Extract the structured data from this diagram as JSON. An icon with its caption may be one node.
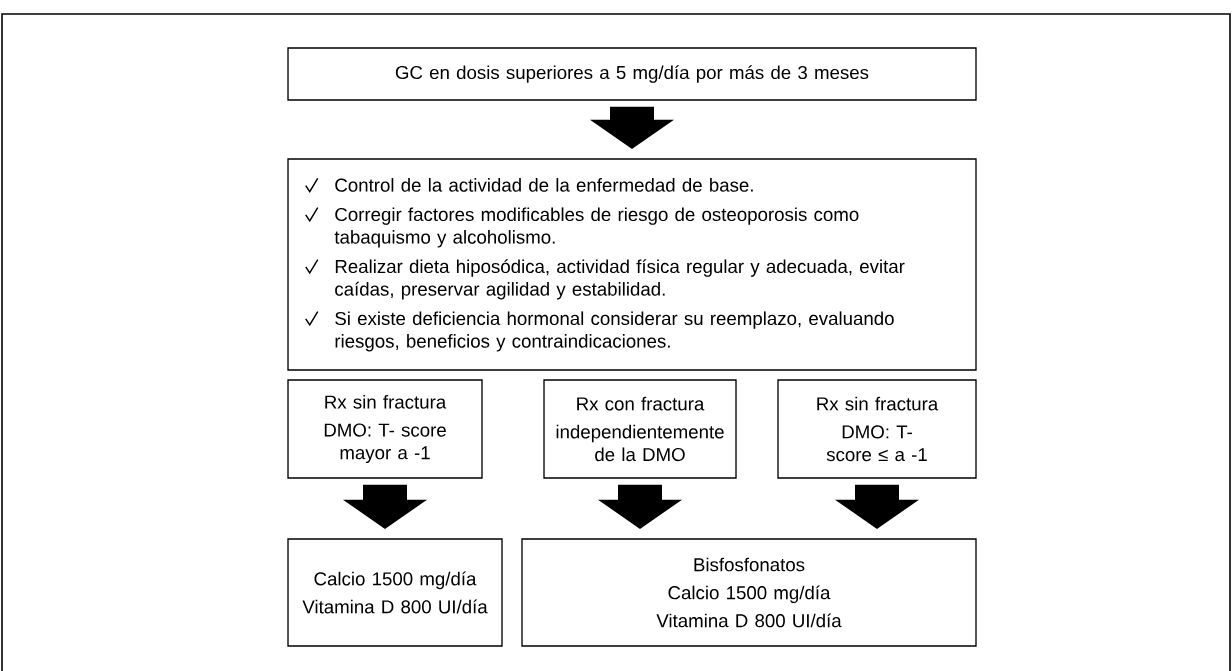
{
  "diagram": {
    "nodes": [
      {
        "text": [
          "GC en dosis superiores a 5 mg/día por más de 3 meses"
        ]
      },
      {
        "text": [
          "Control de la actividad de la enfermedad de base.",
          "Corregir factores modificables de riesgo de osteoporosis como tabaquismo y alcoholismo.",
          "Realizar dieta hiposódica, actividad física regular y adecuada, evitar caídas, preservar agilidad y estabilidad.",
          "Si existe deficiencia hormonal considerar su reemplazo, evaluando riesgos, beneficios y contraindicaciones."
        ]
      },
      {
        "text": [
          "Rx sin fractura",
          "DMO: T- score mayor a -1"
        ]
      },
      {
        "text": [
          "Rx con fractura",
          "independientemente de la DMO"
        ]
      },
      {
        "text": [
          "Rx sin fractura",
          "DMO: T- score ≤ a -1"
        ]
      },
      {
        "text": [
          "Calcio 1500 mg/día",
          "Vitamina D 800 UI/día"
        ]
      },
      {
        "text": [
          "Bisfosfonatos",
          "Calcio 1500 mg/día",
          "Vitamina D 800 UI/día"
        ]
      }
    ],
    "edges": [
      {
        "from": 0,
        "to": 1,
        "arrow": "to"
      },
      {
        "from": 2,
        "to": 5,
        "arrow": "to"
      },
      {
        "from": 3,
        "to": 6,
        "arrow": "to"
      },
      {
        "from": 4,
        "to": 6,
        "arrow": "to"
      }
    ]
  }
}
